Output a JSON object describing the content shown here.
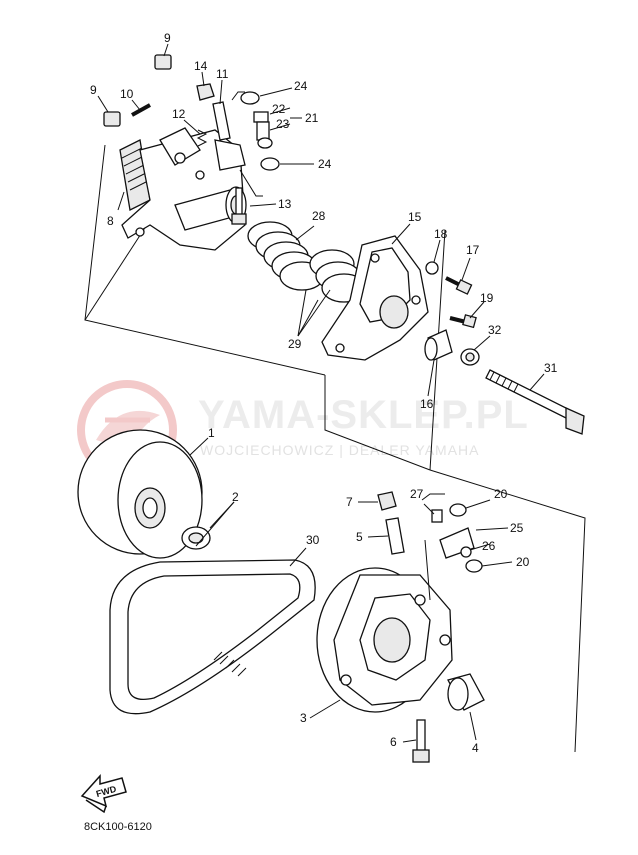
{
  "watermark": {
    "brand": "YAMA-SKLEP.PL",
    "dealer": "WOJCIECHOWICZ | DEALER YAMAHA",
    "accent_color": "#f3c9c9"
  },
  "fwd_label": "FWD",
  "diagram_code": "8CK100-6120",
  "callouts": [
    "1",
    "2",
    "3",
    "4",
    "5",
    "6",
    "7",
    "8",
    "9",
    "9",
    "10",
    "11",
    "12",
    "13",
    "14",
    "15",
    "16",
    "17",
    "18",
    "19",
    "20",
    "20",
    "21",
    "22",
    "23",
    "24",
    "24",
    "25",
    "26",
    "27",
    "28",
    "29",
    "30",
    "31",
    "32"
  ],
  "icons": [
    "fwd-arrow-icon",
    "watermark-logo-icon"
  ]
}
